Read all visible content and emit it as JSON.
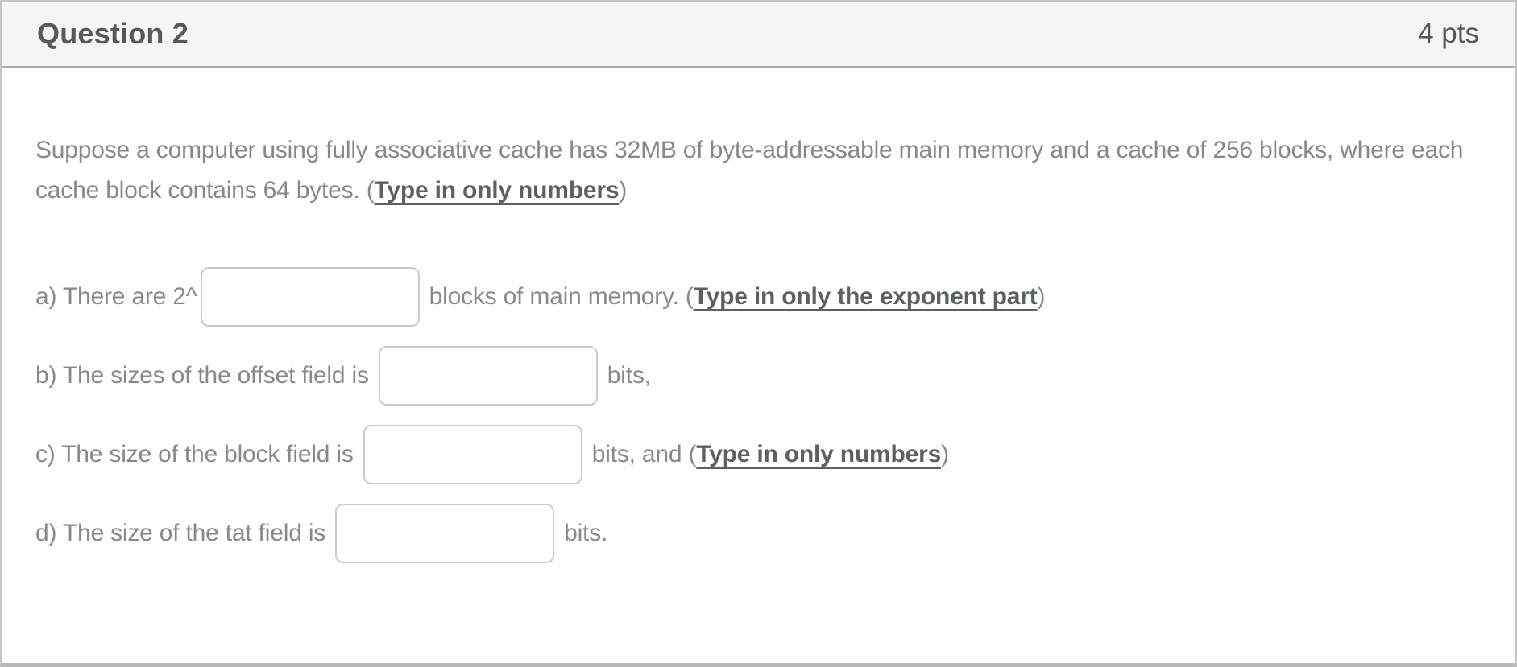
{
  "colors": {
    "card_bg": "#ffffff",
    "card_border": "#c3c6c9",
    "header_bg": "#f5f5f5",
    "header_divider": "#a9adb0",
    "title_text": "#53595d",
    "body_text": "#85898c",
    "emphasis_text": "#5b6064",
    "input_border": "#cbcbcb"
  },
  "header": {
    "title": "Question 2",
    "points": "4 pts"
  },
  "question": {
    "text": "Suppose a computer using fully associative cache has 32MB of byte-addressable main memory and a cache of 256 blocks, where each cache block contains 64 bytes. (",
    "emphasis": "Type in only numbers",
    "close_paren": ")"
  },
  "answers": {
    "a": {
      "prefix": "a) There are 2^",
      "input_value": "",
      "suffix": "blocks of main memory. (",
      "emphasis": "Type in only the exponent part",
      "close_paren": ")"
    },
    "b": {
      "prefix": "b) The sizes of the offset field is",
      "input_value": "",
      "suffix": "bits,"
    },
    "c": {
      "prefix": "c) The size of the block field is",
      "input_value": "",
      "suffix": "bits, and (",
      "emphasis": "Type in only numbers",
      "close_paren": ")"
    },
    "d": {
      "prefix": "d) The size of the tat field is",
      "input_value": "",
      "suffix": "bits."
    }
  }
}
